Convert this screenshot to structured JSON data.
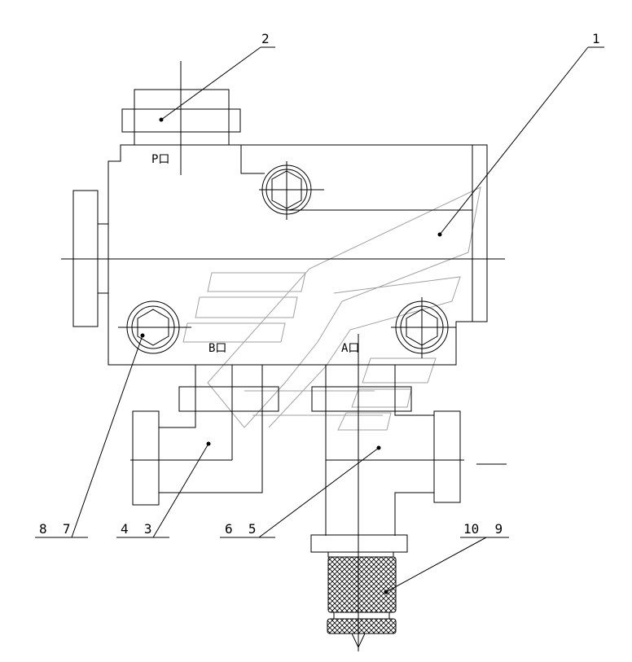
{
  "drawing": {
    "callouts": [
      {
        "text": "2",
        "id": "callout-2"
      },
      {
        "text": "1",
        "id": "callout-1"
      },
      {
        "text": "8  7",
        "id": "callout-8-7"
      },
      {
        "text": "4  3",
        "id": "callout-4-3"
      },
      {
        "text": "6  5",
        "id": "callout-6-5"
      },
      {
        "text": "10  9",
        "id": "callout-10-9"
      }
    ],
    "ports": {
      "p": "P口",
      "b": "B口",
      "a": "A口"
    }
  }
}
